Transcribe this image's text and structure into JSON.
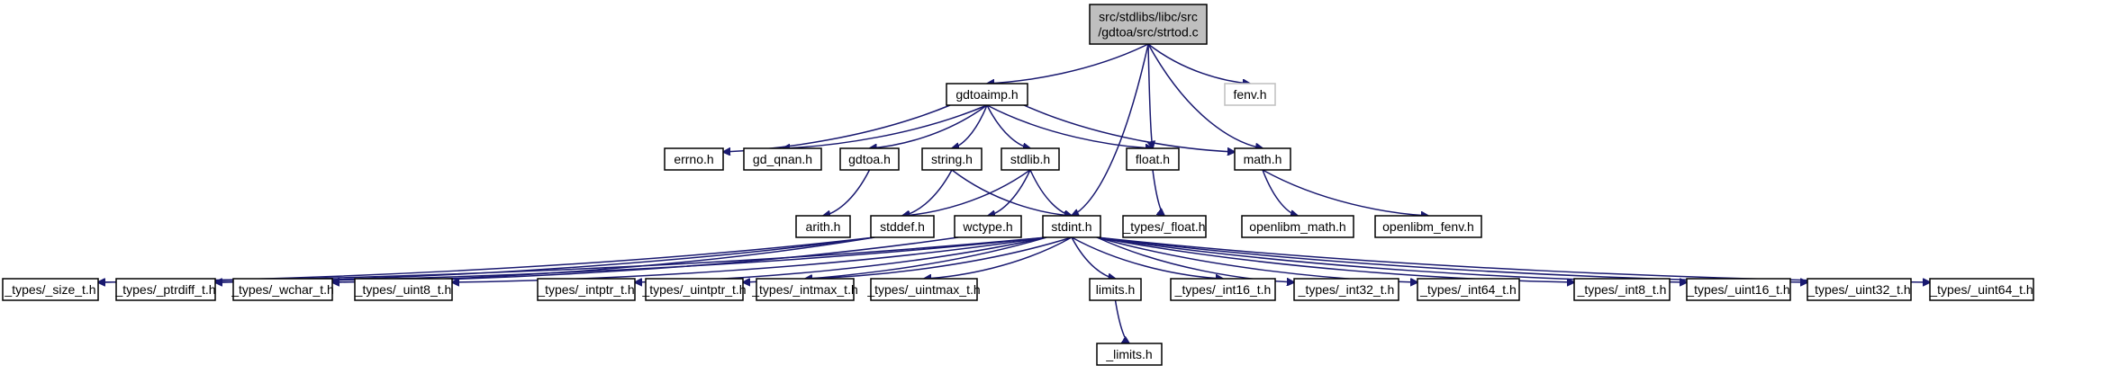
{
  "graph": {
    "type": "include-dependency-graph",
    "colors": {
      "edge": "#191970",
      "node_border": "#000000",
      "root_fill": "#bfbfbf",
      "external_border": "#bfbfbf",
      "node_fill": "#ffffff"
    },
    "nodes": [
      {
        "id": "strtod_c",
        "label_lines": [
          "src/stdlibs/libc/src",
          "/gdtoa/src/strtod.c"
        ],
        "kind": "root"
      },
      {
        "id": "gdtoaimp_h",
        "label_lines": [
          "gdtoaimp.h"
        ],
        "kind": "normal"
      },
      {
        "id": "fenv_h",
        "label_lines": [
          "fenv.h"
        ],
        "kind": "external"
      },
      {
        "id": "errno_h",
        "label_lines": [
          "errno.h"
        ],
        "kind": "normal"
      },
      {
        "id": "gd_qnan_h",
        "label_lines": [
          "gd_qnan.h"
        ],
        "kind": "normal"
      },
      {
        "id": "gdtoa_h",
        "label_lines": [
          "gdtoa.h"
        ],
        "kind": "normal"
      },
      {
        "id": "string_h",
        "label_lines": [
          "string.h"
        ],
        "kind": "normal"
      },
      {
        "id": "stdlib_h",
        "label_lines": [
          "stdlib.h"
        ],
        "kind": "normal"
      },
      {
        "id": "float_h",
        "label_lines": [
          "float.h"
        ],
        "kind": "normal"
      },
      {
        "id": "math_h",
        "label_lines": [
          "math.h"
        ],
        "kind": "normal"
      },
      {
        "id": "arith_h",
        "label_lines": [
          "arith.h"
        ],
        "kind": "normal"
      },
      {
        "id": "stddef_h",
        "label_lines": [
          "stddef.h"
        ],
        "kind": "normal"
      },
      {
        "id": "wctype_h",
        "label_lines": [
          "wctype.h"
        ],
        "kind": "normal"
      },
      {
        "id": "stdint_h",
        "label_lines": [
          "stdint.h"
        ],
        "kind": "normal"
      },
      {
        "id": "types_float_h",
        "label_lines": [
          "_types/_float.h"
        ],
        "kind": "normal"
      },
      {
        "id": "openlibm_math_h",
        "label_lines": [
          "openlibm_math.h"
        ],
        "kind": "normal"
      },
      {
        "id": "openlibm_fenv_h",
        "label_lines": [
          "openlibm_fenv.h"
        ],
        "kind": "normal"
      },
      {
        "id": "types_size_t_h",
        "label_lines": [
          "_types/_size_t.h"
        ],
        "kind": "normal"
      },
      {
        "id": "types_ptrdiff_t_h",
        "label_lines": [
          "_types/_ptrdiff_t.h"
        ],
        "kind": "normal"
      },
      {
        "id": "types_wchar_t_h",
        "label_lines": [
          "_types/_wchar_t.h"
        ],
        "kind": "normal"
      },
      {
        "id": "types_uint8_t_h",
        "label_lines": [
          "_types/_uint8_t.h"
        ],
        "kind": "normal"
      },
      {
        "id": "types_intptr_t_h",
        "label_lines": [
          "_types/_intptr_t.h"
        ],
        "kind": "normal"
      },
      {
        "id": "types_uintptr_t_h",
        "label_lines": [
          "_types/_uintptr_t.h"
        ],
        "kind": "normal"
      },
      {
        "id": "types_intmax_t_h",
        "label_lines": [
          "_types/_intmax_t.h"
        ],
        "kind": "normal"
      },
      {
        "id": "types_uintmax_t_h",
        "label_lines": [
          "_types/_uintmax_t.h"
        ],
        "kind": "normal"
      },
      {
        "id": "limits_h",
        "label_lines": [
          "limits.h"
        ],
        "kind": "normal"
      },
      {
        "id": "types_int16_t_h",
        "label_lines": [
          "_types/_int16_t.h"
        ],
        "kind": "normal"
      },
      {
        "id": "types_int32_t_h",
        "label_lines": [
          "_types/_int32_t.h"
        ],
        "kind": "normal"
      },
      {
        "id": "types_int64_t_h",
        "label_lines": [
          "_types/_int64_t.h"
        ],
        "kind": "normal"
      },
      {
        "id": "types_int8_t_h",
        "label_lines": [
          "_types/_int8_t.h"
        ],
        "kind": "normal"
      },
      {
        "id": "types_uint16_t_h",
        "label_lines": [
          "_types/_uint16_t.h"
        ],
        "kind": "normal"
      },
      {
        "id": "types_uint32_t_h",
        "label_lines": [
          "_types/_uint32_t.h"
        ],
        "kind": "normal"
      },
      {
        "id": "types_uint64_t_h",
        "label_lines": [
          "_types/_uint64_t.h"
        ],
        "kind": "normal"
      },
      {
        "id": "limits_internal_h",
        "label_lines": [
          "_limits.h"
        ],
        "kind": "normal"
      }
    ],
    "edges": [
      [
        "strtod_c",
        "gdtoaimp_h"
      ],
      [
        "strtod_c",
        "fenv_h"
      ],
      [
        "strtod_c",
        "float_h"
      ],
      [
        "strtod_c",
        "math_h"
      ],
      [
        "strtod_c",
        "stdint_h"
      ],
      [
        "gdtoaimp_h",
        "errno_h"
      ],
      [
        "gdtoaimp_h",
        "gd_qnan_h"
      ],
      [
        "gdtoaimp_h",
        "gdtoa_h"
      ],
      [
        "gdtoaimp_h",
        "string_h"
      ],
      [
        "gdtoaimp_h",
        "stdlib_h"
      ],
      [
        "gdtoaimp_h",
        "float_h"
      ],
      [
        "gdtoaimp_h",
        "math_h"
      ],
      [
        "gdtoa_h",
        "arith_h"
      ],
      [
        "string_h",
        "stddef_h"
      ],
      [
        "string_h",
        "stdint_h"
      ],
      [
        "stdlib_h",
        "stddef_h"
      ],
      [
        "stdlib_h",
        "wctype_h"
      ],
      [
        "stdlib_h",
        "stdint_h"
      ],
      [
        "float_h",
        "types_float_h"
      ],
      [
        "math_h",
        "openlibm_math_h"
      ],
      [
        "math_h",
        "openlibm_fenv_h"
      ],
      [
        "stddef_h",
        "types_size_t_h"
      ],
      [
        "stddef_h",
        "types_ptrdiff_t_h"
      ],
      [
        "stddef_h",
        "types_wchar_t_h"
      ],
      [
        "wctype_h",
        "types_wchar_t_h"
      ],
      [
        "stdint_h",
        "types_uint8_t_h"
      ],
      [
        "stdint_h",
        "types_intptr_t_h"
      ],
      [
        "stdint_h",
        "types_uintptr_t_h"
      ],
      [
        "stdint_h",
        "types_intmax_t_h"
      ],
      [
        "stdint_h",
        "types_uintmax_t_h"
      ],
      [
        "stdint_h",
        "limits_h"
      ],
      [
        "stdint_h",
        "types_int16_t_h"
      ],
      [
        "stdint_h",
        "types_int32_t_h"
      ],
      [
        "stdint_h",
        "types_int64_t_h"
      ],
      [
        "stdint_h",
        "types_int8_t_h"
      ],
      [
        "stdint_h",
        "types_uint16_t_h"
      ],
      [
        "stdint_h",
        "types_uint32_t_h"
      ],
      [
        "stdint_h",
        "types_uint64_t_h"
      ],
      [
        "stdint_h",
        "types_size_t_h"
      ],
      [
        "stdint_h",
        "types_ptrdiff_t_h"
      ],
      [
        "limits_h",
        "limits_internal_h"
      ]
    ]
  }
}
